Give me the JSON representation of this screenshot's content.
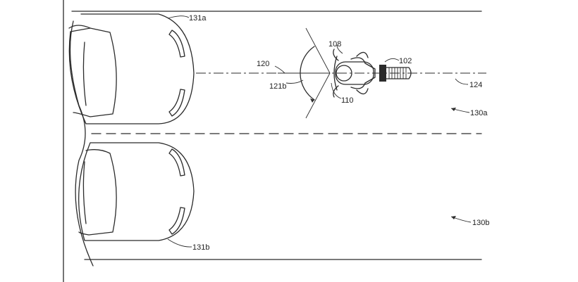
{
  "labels": {
    "car_a": "131a",
    "car_b": "131b",
    "rider_label": "108",
    "bike_label": "102",
    "axis_label": "120",
    "angle_label": "121b",
    "zone_label": "110",
    "centerline_label": "124",
    "lane_a": "130a",
    "lane_b": "130b"
  },
  "colors": {
    "ink": "#2b2b2b",
    "paper": "#ffffff"
  }
}
